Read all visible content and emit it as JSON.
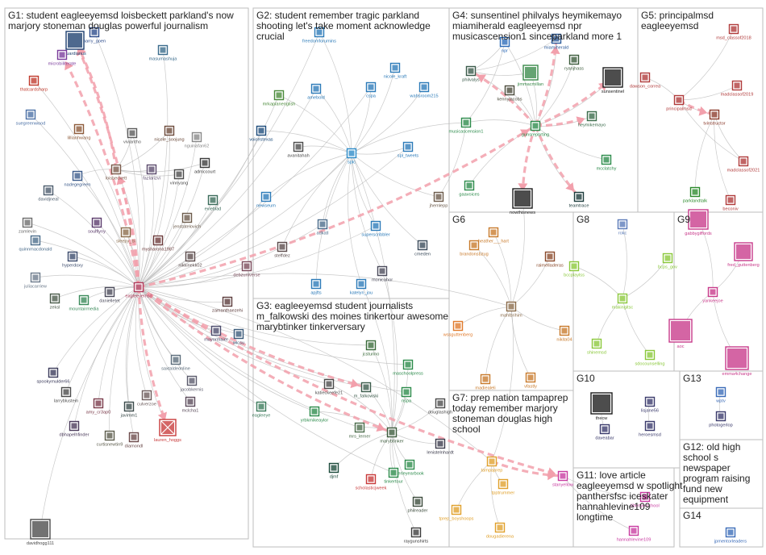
{
  "groups": [
    {
      "id": "G1",
      "title": [
        "G1: student eagleeyemsd loisbeckett parkland's now",
        "marjory stoneman douglas powerful journalism"
      ]
    },
    {
      "id": "G2",
      "title": [
        "G2: student remember tragic parkland",
        "shooting let's take moment acknowledge",
        "crucial"
      ]
    },
    {
      "id": "G3",
      "title": [
        "G3: eagleeyemsd student journalists",
        "m_falkowski des moines tinkertour awesome",
        "marybtinker tinkerversary"
      ]
    },
    {
      "id": "G4",
      "title": [
        "G4: sunsentinel philvalys heymikemayo",
        "miamiherald eagleeyemsd npr",
        "musicascension1 sinceparkland more 1"
      ]
    },
    {
      "id": "G5",
      "title": [
        "G5: principalmsd",
        "eagleeyemsd"
      ]
    },
    {
      "id": "G6",
      "title": [
        "G6"
      ]
    },
    {
      "id": "G7",
      "title": [
        "G7: prep nation tampaprep",
        "today remember marjory",
        "stoneman douglas high",
        "school"
      ]
    },
    {
      "id": "G8",
      "title": [
        "G8"
      ]
    },
    {
      "id": "G9",
      "title": [
        "G9"
      ]
    },
    {
      "id": "G10",
      "title": [
        "G10"
      ]
    },
    {
      "id": "G11",
      "title": [
        "G11: love article",
        "eagleeyemsd w spotlight",
        "panthersfsc iceskater",
        "hannahlevine109",
        "longtime"
      ]
    },
    {
      "id": "G12",
      "title": [
        "G12: old high",
        "school s",
        "newspaper",
        "program raising",
        "fund new",
        "equipment"
      ]
    },
    {
      "id": "G13",
      "title": [
        "G13"
      ]
    },
    {
      "id": "G14",
      "title": [
        "G14"
      ]
    }
  ],
  "nodes": [
    {
      "id": "harry_goen",
      "label": "harry_goen",
      "color": "#2b4a8a"
    },
    {
      "id": "guardianus",
      "label": "guardianus",
      "color": "#1c3f6e"
    },
    {
      "id": "microbiliterate",
      "label": "microbiliterate",
      "color": "#7a3b9b"
    },
    {
      "id": "masumashuja",
      "label": "masumashuja",
      "color": "#3a6b8c"
    },
    {
      "id": "thatcardsharp",
      "label": "thatcardsharp",
      "color": "#c0392b"
    },
    {
      "id": "suegreenwood",
      "label": "suegreenwood",
      "color": "#4a6fa5"
    },
    {
      "id": "lillianhwang",
      "label": "lillianhwang",
      "color": "#8e5b3a"
    },
    {
      "id": "viviantho",
      "label": "viviantho",
      "color": "#5a5a5a"
    },
    {
      "id": "nicole_soojung",
      "label": "nicole_soojung",
      "color": "#6b4a3a"
    },
    {
      "id": "nguinafan62",
      "label": "nguinafan62",
      "color": "#888888"
    },
    {
      "id": "loisbeckett",
      "label": "loisbeckett",
      "color": "#7a5a4a"
    },
    {
      "id": "nadegegreen",
      "label": "nadegegreen",
      "color": "#3a5a8a"
    },
    {
      "id": "fazlarizvi",
      "label": "fazlarizvi",
      "color": "#5a4a6b"
    },
    {
      "id": "vinnyang",
      "label": "vinnyang",
      "color": "#4a4a4a"
    },
    {
      "id": "admccourt",
      "label": "admccourt",
      "color": "#3a3a3a"
    },
    {
      "id": "davidjneal",
      "label": "davidjneal",
      "color": "#4a5a6b"
    },
    {
      "id": "zamlevin",
      "label": "zamlevin",
      "color": "#6b6b6b"
    },
    {
      "id": "soulflyny",
      "label": "soulflyny",
      "color": "#5a3a6b"
    },
    {
      "id": "evieblad",
      "label": "evieblad",
      "color": "#3a6b5a"
    },
    {
      "id": "jenstatelovich",
      "label": "jenstatelovich",
      "color": "#6b5a4a"
    },
    {
      "id": "quinnmacdonald",
      "label": "quinnmacdonald",
      "color": "#4a6b8a"
    },
    {
      "id": "sleepy_bi",
      "label": "sleepy_bi",
      "color": "#8a6b4a"
    },
    {
      "id": "mysharona1987",
      "label": "mysharona1987",
      "color": "#6b3a3a"
    },
    {
      "id": "hyperdoxy",
      "label": "hyperdoxy",
      "color": "#3a4a6b"
    },
    {
      "id": "nikkinekk02",
      "label": "nikkinekk02",
      "color": "#5a4a4a"
    },
    {
      "id": "debzuniverse",
      "label": "debzuniverse",
      "color": "#7a4a5a"
    },
    {
      "id": "juliacarriew",
      "label": "juliacarriew",
      "color": "#6b7a8a"
    },
    {
      "id": "danielletet",
      "label": "danielletet",
      "color": "#4a4a5a"
    },
    {
      "id": "eagleeyemsd",
      "label": "eagleeyemsd",
      "color": "#b03a5a"
    },
    {
      "id": "zeksl",
      "label": "zeksl",
      "color": "#4a5a4a"
    },
    {
      "id": "mountairmedia",
      "label": "mountairmedia",
      "color": "#3a8a5a"
    },
    {
      "id": "zamanthaezehi",
      "label": "zamanthaezehi",
      "color": "#5a3a3a"
    },
    {
      "id": "mayormaier",
      "label": "mayormaier",
      "color": "#4a4a6b"
    },
    {
      "id": "wlcsu",
      "label": "wlcsu",
      "color": "#3a5a7a"
    },
    {
      "id": "spookymulder66",
      "label": "spookymulder66",
      "color": "#3a3a5a"
    },
    {
      "id": "saxtaldeonline",
      "label": "saxtaldeonline",
      "color": "#5a6b7a"
    },
    {
      "id": "larryblustein",
      "label": "larryblustein",
      "color": "#4a4a4a"
    },
    {
      "id": "culverzoe",
      "label": "culverzoe",
      "color": "#6b5a5a"
    },
    {
      "id": "jacobkernis",
      "label": "jacobkernis",
      "color": "#5a5a6b"
    },
    {
      "id": "amy_cr3ap0",
      "label": "amy_cr3ap0",
      "color": "#7a3a4a"
    },
    {
      "id": "javimm1",
      "label": "javimm1",
      "color": "#3a4a4a"
    },
    {
      "id": "mclcha1",
      "label": "mclcha1",
      "color": "#5a4a5a"
    },
    {
      "id": "dbhapelhfinder",
      "label": "dbhapelhfinder",
      "color": "#4a3a5a"
    },
    {
      "id": "curtisnewtin9",
      "label": "curtisnewtin9",
      "color": "#5a5a4a"
    },
    {
      "id": "diamondl",
      "label": "diamondl",
      "color": "#6b4a4a"
    },
    {
      "id": "lauren_hoggs",
      "label": "lauren_hoggs",
      "color": "#c83a3a"
    },
    {
      "id": "davidhogg111",
      "label": "davidhogg111",
      "color": "#4a4a4a"
    },
    {
      "id": "freedomforumins",
      "label": "freedomforumins",
      "color": "#2b7ab8"
    },
    {
      "id": "nicole_kraft",
      "label": "nicole_kraft",
      "color": "#2b7ab8"
    },
    {
      "id": "mrkaplanenglish",
      "label": "mrkaplanenglish",
      "color": "#4a8a3a"
    },
    {
      "id": "amebold",
      "label": "amebold",
      "color": "#2b7ab8"
    },
    {
      "id": "cspa",
      "label": "cspa",
      "color": "#2b7ab8"
    },
    {
      "id": "wahsroom215",
      "label": "wahsroom215",
      "color": "#2b7ab8"
    },
    {
      "id": "voicestexas",
      "label": "voicestexas",
      "color": "#1b4a7a"
    },
    {
      "id": "avanitahah",
      "label": "avanitahah",
      "color": "#4a4a4a"
    },
    {
      "id": "splc",
      "label": "splc",
      "color": "#2b8ac8"
    },
    {
      "id": "spl_tweets",
      "label": "spl_tweets",
      "color": "#2b7ab8"
    },
    {
      "id": "newseum",
      "label": "newseum",
      "color": "#2b7ab8"
    },
    {
      "id": "jhemlepp",
      "label": "jhemlepp",
      "color": "#6b5a4a"
    },
    {
      "id": "adkatl",
      "label": "adkatl",
      "color": "#4a6b8a"
    },
    {
      "id": "superscribbler",
      "label": "superscribbler",
      "color": "#2b7ab8"
    },
    {
      "id": "cmeden",
      "label": "cmeden",
      "color": "#3a4a5a"
    },
    {
      "id": "steffdez",
      "label": "steffdez",
      "color": "#5a4a4a"
    },
    {
      "id": "apjfts",
      "label": "apjfts",
      "color": "#2b7ab8"
    },
    {
      "id": "katelyn_jou",
      "label": "katelyn_jou",
      "color": "#2b7ab8"
    },
    {
      "id": "monicahor",
      "label": "monicahor",
      "color": "#4a4a5a"
    },
    {
      "id": "jcsturino",
      "label": "jcsturino",
      "color": "#3a6b3a"
    },
    {
      "id": "maschoolpress",
      "label": "maschoolpress",
      "color": "#2b8a4a"
    },
    {
      "id": "katieckeefe21",
      "label": "katieckeefe21",
      "color": "#4a4a4a"
    },
    {
      "id": "m_falkowski",
      "label": "m_falkowski",
      "color": "#3a5a4a"
    },
    {
      "id": "nspa",
      "label": "nspa",
      "color": "#2b8a4a"
    },
    {
      "id": "douglashigh",
      "label": "douglashigh",
      "color": "#4a4a4a"
    },
    {
      "id": "eagleeye",
      "label": "eagleeye",
      "color": "#3a7a5a"
    },
    {
      "id": "yrbkmikeaylor",
      "label": "yrbkmikeaylor",
      "color": "#2b8a4a"
    },
    {
      "id": "mrs_lerner",
      "label": "mrs_lerner",
      "color": "#4a6b4a"
    },
    {
      "id": "marybtinker",
      "label": "marybtinker",
      "color": "#3a5a3a"
    },
    {
      "id": "lenistelnhardt",
      "label": "lenistelnhardt",
      "color": "#3a3a4a"
    },
    {
      "id": "aerleyearbook",
      "label": "aerleyearbook",
      "color": "#2b8a4a"
    },
    {
      "id": "tinkertour",
      "label": "tinkertour",
      "color": "#2b8a4a"
    },
    {
      "id": "djmf",
      "label": "djmf",
      "color": "#1b4a3a"
    },
    {
      "id": "scholasticjweek",
      "label": "scholasticjweek",
      "color": "#c83a3a"
    },
    {
      "id": "philreader",
      "label": "philreader",
      "color": "#3a4a3a"
    },
    {
      "id": "raygunshirts",
      "label": "raygunshirts",
      "color": "#3a3a3a"
    },
    {
      "id": "npr",
      "label": "npr",
      "color": "#2b6ab8"
    },
    {
      "id": "miamiherald",
      "label": "miamiherald",
      "color": "#2b5a9a"
    },
    {
      "id": "philvalys",
      "label": "philvalys",
      "color": "#3a5a4a"
    },
    {
      "id": "jimmacmillan",
      "label": "jimmacmillan",
      "color": "#3a8a4a"
    },
    {
      "id": "ryanjhass",
      "label": "ryanjhass",
      "color": "#3a5a3a"
    },
    {
      "id": "kennyjacobs",
      "label": "kennyjacobs",
      "color": "#4a4a3a"
    },
    {
      "id": "sunsentinel",
      "label": "sunsentinel",
      "color": "#1b1b1b"
    },
    {
      "id": "heymikemayo",
      "label": "heymikemayo",
      "color": "#3a6b4a"
    },
    {
      "id": "musicascension1",
      "label": "musicascension1",
      "color": "#2b8a4a"
    },
    {
      "id": "gunsreporting",
      "label": "gunsreporting",
      "color": "#2b8a4a"
    },
    {
      "id": "mcclatchy",
      "label": "mcclatchy",
      "color": "#2b8a4a"
    },
    {
      "id": "gaavoices",
      "label": "gaavoices",
      "color": "#2b8a4a"
    },
    {
      "id": "nowthisnews",
      "label": "nowthisnews",
      "color": "#1b1b1b"
    },
    {
      "id": "teamtrace",
      "label": "teamtrace",
      "color": "#1b3a3a"
    },
    {
      "id": "principalmsd",
      "label": "principalmsd",
      "color": "#b03a3a"
    },
    {
      "id": "dawson_correa",
      "label": "dawson_correa",
      "color": "#b03a3a"
    },
    {
      "id": "msd_classof2018",
      "label": "msd_classof2018",
      "color": "#b03a3a"
    },
    {
      "id": "madclassof2019",
      "label": "madclassof2019",
      "color": "#b03a3a"
    },
    {
      "id": "tvinstructor",
      "label": "tvinstructor",
      "color": "#8a3a2a"
    },
    {
      "id": "madclassof2021",
      "label": "madclassof2021",
      "color": "#b03a3a"
    },
    {
      "id": "parklandtalk",
      "label": "parklandtalk",
      "color": "#2b8a2b"
    },
    {
      "id": "beconiv",
      "label": "beconiv",
      "color": "#b03a3a"
    },
    {
      "id": "brandonsbzug",
      "label": "brandonsbzug",
      "color": "#c87a2b"
    },
    {
      "id": "heather___hart",
      "label": "heather___hart",
      "color": "#c87a2b"
    },
    {
      "id": "raimelladeras",
      "label": "raimelladeras",
      "color": "#8a4a2b"
    },
    {
      "id": "mahlbrihim",
      "label": "mahlbrihim",
      "color": "#8a6b4a"
    },
    {
      "id": "wssguttenberg",
      "label": "wssguttenberg",
      "color": "#e07a2b"
    },
    {
      "id": "nikita04",
      "label": "nikita04",
      "color": "#c87a2b"
    },
    {
      "id": "madiealeli",
      "label": "madiealeli",
      "color": "#c87a2b"
    },
    {
      "id": "vfastly",
      "label": "vfastly",
      "color": "#c87a2b"
    },
    {
      "id": "tampaprep",
      "label": "tampaprep",
      "color": "#e0a02b"
    },
    {
      "id": "tpptrummer",
      "label": "tpptrummer",
      "color": "#e0a02b"
    },
    {
      "id": "tprep_boyshoops",
      "label": "tprep_boyshoops",
      "color": "#e0a02b"
    },
    {
      "id": "dougadierena",
      "label": "dougadierena",
      "color": "#e0a02b"
    },
    {
      "id": "rokc",
      "label": "rokc",
      "color": "#5a7ab8"
    },
    {
      "id": "bccplaylss",
      "label": "bccplaylss",
      "color": "#8ac83a"
    },
    {
      "id": "bcps_gov",
      "label": "bcps_gov",
      "color": "#8ac83a"
    },
    {
      "id": "makingitsc",
      "label": "makingitsc",
      "color": "#8ac83a"
    },
    {
      "id": "shinemsd",
      "label": "shinemsd",
      "color": "#8ac83a"
    },
    {
      "id": "sdocounselling",
      "label": "sdocounselling",
      "color": "#8ac83a"
    },
    {
      "id": "gabbygiffords",
      "label": "gabbygiffords",
      "color": "#c83a8a"
    },
    {
      "id": "fred_guttenberg",
      "label": "fred_guttenberg",
      "color": "#c83a8a"
    },
    {
      "id": "yankeejoe",
      "label": "yankeejoe",
      "color": "#c83a8a"
    },
    {
      "id": "aoc",
      "label": "aoc",
      "color": "#c83a8a"
    },
    {
      "id": "emma4change",
      "label": "emma4change",
      "color": "#c83a8a"
    },
    {
      "id": "thecw",
      "label": "thecw",
      "color": "#1b1b1b"
    },
    {
      "id": "lisjane56",
      "label": "lisjane56",
      "color": "#3a3a6b"
    },
    {
      "id": "daveabar",
      "label": "daveabar",
      "color": "#3a3a6b"
    },
    {
      "id": "heroesmsd",
      "label": "heroesmsd",
      "color": "#3a3a6b"
    },
    {
      "id": "stanyellow",
      "label": "stanyellow",
      "color": "#c83aa0"
    },
    {
      "id": "libertyelschool",
      "label": "libertyelschool",
      "color": "#c83aa0"
    },
    {
      "id": "hannahlevine109",
      "label": "hannahlevine109",
      "color": "#c83aa0"
    },
    {
      "id": "wptv",
      "label": "wptv",
      "color": "#3a6bb8"
    },
    {
      "id": "photogerlop",
      "label": "photogerlop",
      "color": "#3a3a6b"
    },
    {
      "id": "jpmentorleaders",
      "label": "jpmentorleaders",
      "color": "#3a6bb8"
    }
  ]
}
